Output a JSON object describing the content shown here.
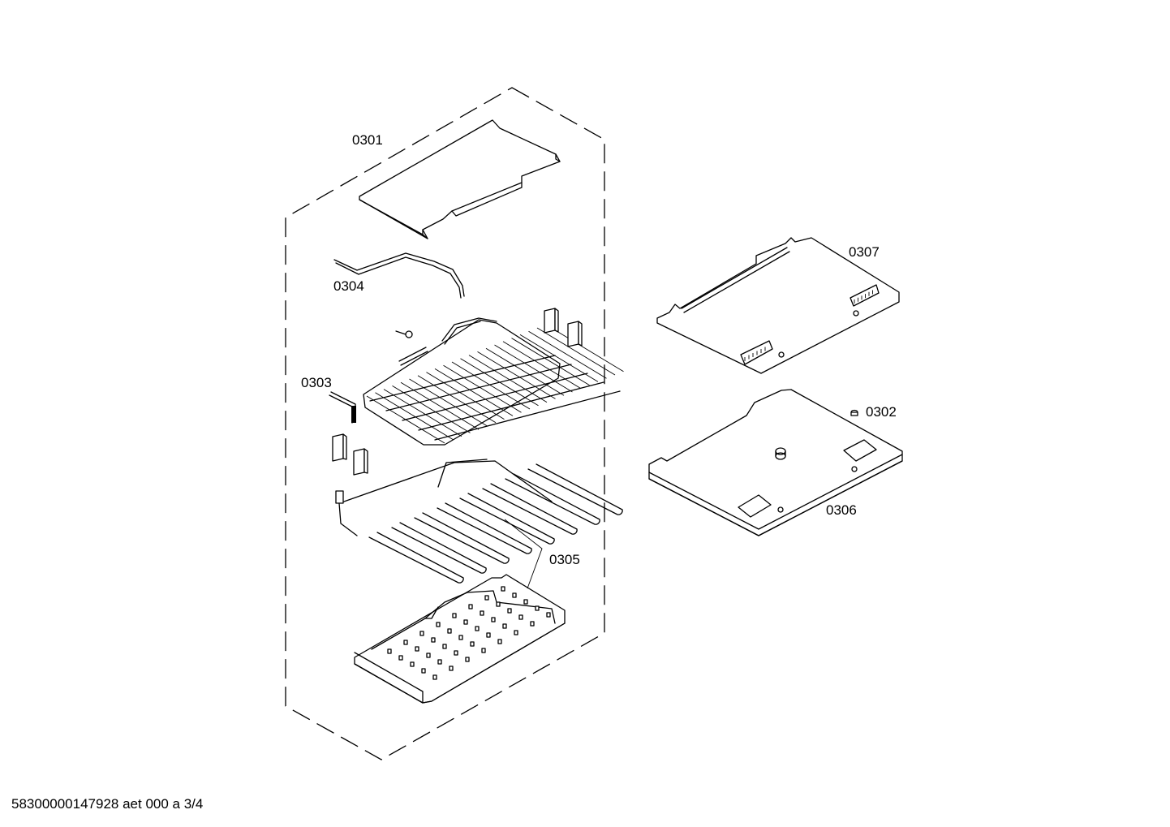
{
  "labels": {
    "p0301": "0301",
    "p0302": "0302",
    "p0303": "0303",
    "p0304": "0304",
    "p0305": "0305",
    "p0306": "0306",
    "p0307": "0307"
  },
  "footer": "58300000147928 aet 000 a 3/4"
}
